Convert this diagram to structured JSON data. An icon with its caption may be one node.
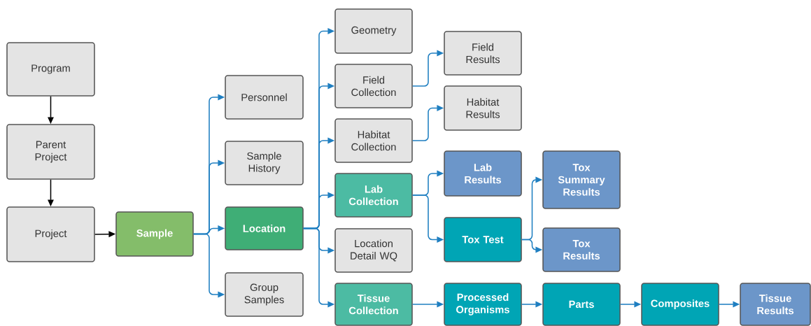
{
  "diagram": {
    "nodes": [
      {
        "text": [
          "Program"
        ]
      },
      {
        "text": [
          "Parent Project"
        ]
      },
      {
        "text": [
          "Project"
        ]
      },
      {
        "text": [
          "Sample"
        ]
      },
      {
        "text": [
          "Personnel"
        ]
      },
      {
        "text": [
          "Sample History"
        ]
      },
      {
        "text": [
          "Location"
        ]
      },
      {
        "text": [
          "Group Samples"
        ]
      },
      {
        "text": [
          "Geometry"
        ]
      },
      {
        "text": [
          "Field Collection"
        ]
      },
      {
        "text": [
          "Habitat Collection"
        ]
      },
      {
        "text": [
          "Lab Collection"
        ]
      },
      {
        "text": [
          "Location Detail WQ"
        ]
      },
      {
        "text": [
          "Tissue Collection"
        ]
      },
      {
        "text": [
          "Field Results"
        ]
      },
      {
        "text": [
          "Habitat Results"
        ]
      },
      {
        "text": [
          "Lab Results"
        ]
      },
      {
        "text": [
          "Tox Test"
        ]
      },
      {
        "text": [
          "Tox Summary Results"
        ]
      },
      {
        "text": [
          "Tox Results"
        ]
      },
      {
        "text": [
          "Processed Organisms"
        ]
      },
      {
        "text": [
          "Parts"
        ]
      },
      {
        "text": [
          "Composites"
        ]
      },
      {
        "text": [
          "Tissue Results"
        ]
      }
    ],
    "edges": [
      {
        "from": 0,
        "to": 1,
        "arrow": "to",
        "color": "#000000"
      },
      {
        "from": 1,
        "to": 2,
        "arrow": "to",
        "color": "#000000"
      },
      {
        "from": 2,
        "to": 3,
        "arrow": "to",
        "color": "#000000"
      },
      {
        "from": 3,
        "to": 4,
        "arrow": "to"
      },
      {
        "from": 3,
        "to": 5,
        "arrow": "to"
      },
      {
        "from": 3,
        "to": 6,
        "arrow": "to"
      },
      {
        "from": 3,
        "to": 7,
        "arrow": "to"
      },
      {
        "from": 6,
        "to": 8,
        "arrow": "to"
      },
      {
        "from": 6,
        "to": 9,
        "arrow": "to"
      },
      {
        "from": 6,
        "to": 10,
        "arrow": "to"
      },
      {
        "from": 6,
        "to": 11,
        "arrow": "to"
      },
      {
        "from": 6,
        "to": 12,
        "arrow": "to"
      },
      {
        "from": 6,
        "to": 13,
        "arrow": "to"
      },
      {
        "from": 9,
        "to": 14,
        "arrow": "to"
      },
      {
        "from": 10,
        "to": 15,
        "arrow": "to"
      },
      {
        "from": 11,
        "to": 16,
        "arrow": "to"
      },
      {
        "from": 11,
        "to": 17,
        "arrow": "to"
      },
      {
        "from": 17,
        "to": 18,
        "arrow": "to"
      },
      {
        "from": 17,
        "to": 19,
        "arrow": "to"
      },
      {
        "from": 13,
        "to": 20,
        "arrow": "to"
      },
      {
        "from": 20,
        "to": 21,
        "arrow": "to"
      },
      {
        "from": 21,
        "to": 22,
        "arrow": "to"
      },
      {
        "from": 22,
        "to": 23,
        "arrow": "to"
      }
    ]
  }
}
